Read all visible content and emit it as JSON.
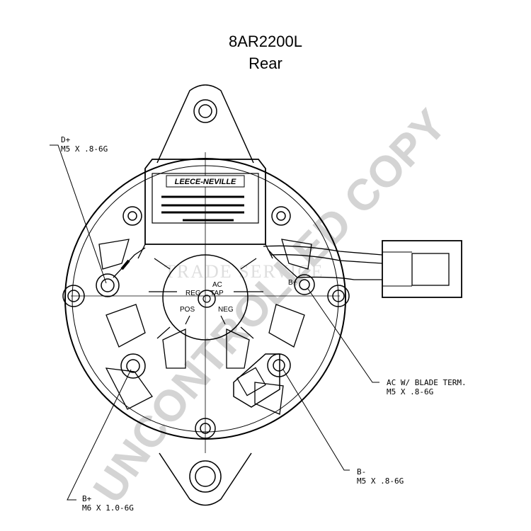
{
  "title": "8AR2200L",
  "subtitle": "Rear",
  "brand": "LEECE-NEVILLE",
  "labels": {
    "d_plus": {
      "name": "D+",
      "spec": "M5 X .8-6G"
    },
    "b_plus": {
      "name": "B+",
      "spec": "M6 X 1.0-6G"
    },
    "b_minus": {
      "name": "B-",
      "spec": "M5 X .8-6G"
    },
    "ac": {
      "name": "AC W/ BLADE TERM.",
      "spec": "M5 X .8-6G"
    },
    "b_plus_small": "B+"
  },
  "regulator": {
    "reg": "REG",
    "ac": "AC",
    "tap": "TAP",
    "pos": "POS",
    "neg": "NEG"
  },
  "watermark": {
    "main": "UNCONTROLLED COPY",
    "secondary": "TRADE SERVICE"
  }
}
